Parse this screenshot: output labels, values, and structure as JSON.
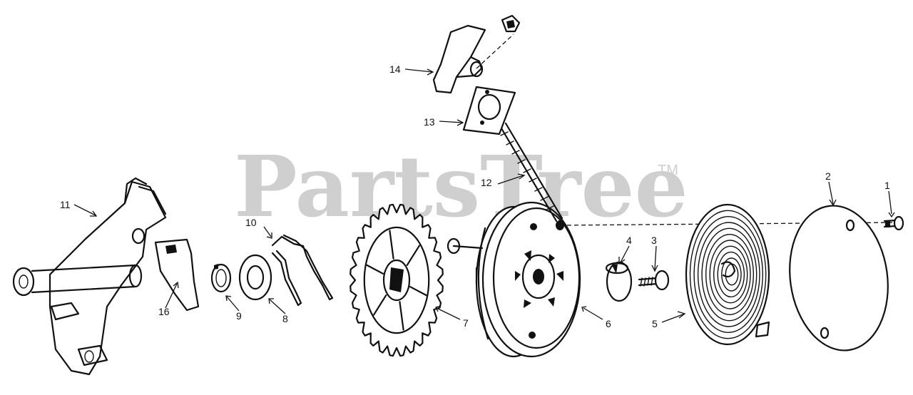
{
  "watermark": {
    "text": "PartsTree",
    "trademark": "TM"
  },
  "callouts": [
    {
      "id": "1",
      "label": "1"
    },
    {
      "id": "2",
      "label": "2"
    },
    {
      "id": "3",
      "label": "3"
    },
    {
      "id": "4",
      "label": "4"
    },
    {
      "id": "5",
      "label": "5"
    },
    {
      "id": "6",
      "label": "6"
    },
    {
      "id": "7",
      "label": "7"
    },
    {
      "id": "8",
      "label": "8"
    },
    {
      "id": "9",
      "label": "9"
    },
    {
      "id": "10",
      "label": "10"
    },
    {
      "id": "11",
      "label": "11"
    },
    {
      "id": "12",
      "label": "12"
    },
    {
      "id": "13",
      "label": "13"
    },
    {
      "id": "14",
      "label": "14"
    },
    {
      "id": "16",
      "label": "16"
    }
  ],
  "colors": {
    "ink": "#111111",
    "watermark": "#cfcfcf",
    "background": "#ffffff"
  }
}
